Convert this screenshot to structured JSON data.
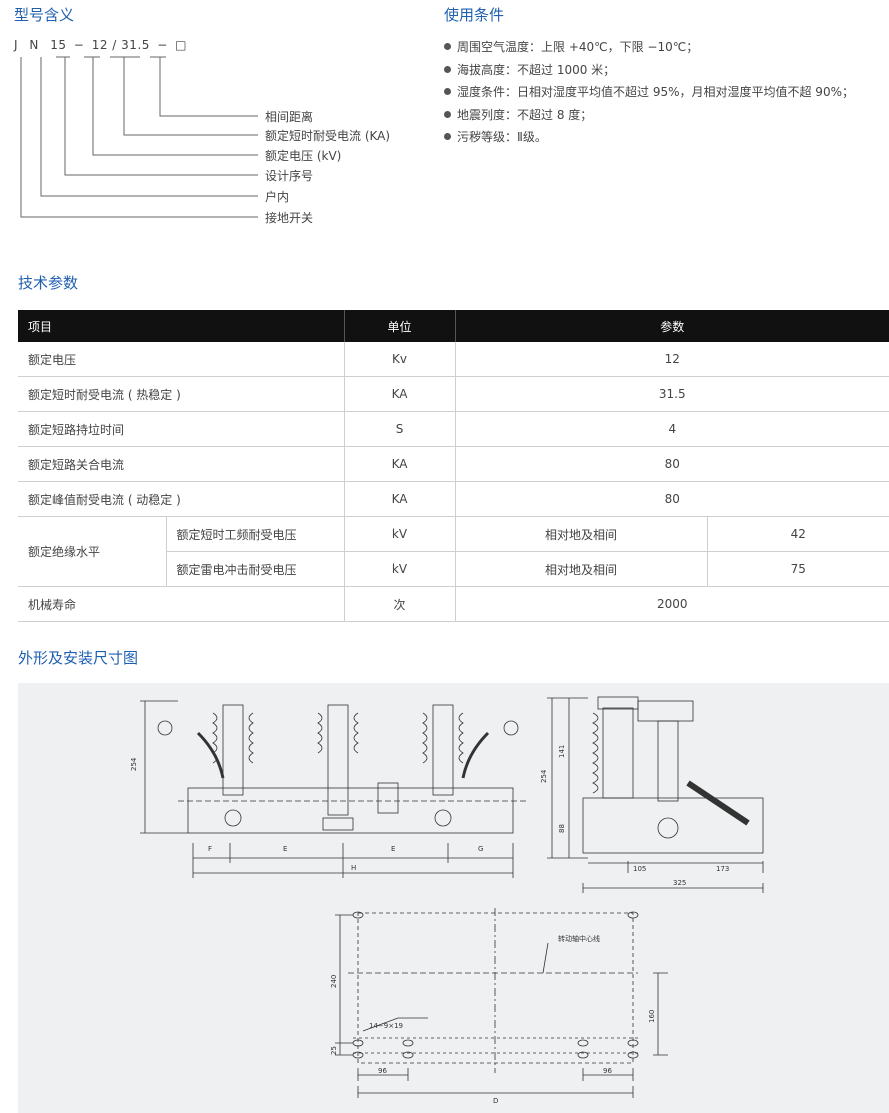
{
  "model": {
    "title": "型号含义",
    "code": [
      "J",
      "N",
      "15",
      "−",
      "12",
      "/",
      "31.5",
      "−",
      "□"
    ],
    "labels": [
      "相间距离",
      "额定短时耐受电流 (KA)",
      "额定电压 (kV)",
      "设计序号",
      "户内",
      "接地开关"
    ]
  },
  "conditions": {
    "title": "使用条件",
    "items": [
      "周围空气温度：上限 +40℃，下限 −10℃；",
      "海拔高度：不超过 1000 米；",
      "湿度条件：日相对湿度平均值不超过 95%，月相对湿度平均值不超 90%；",
      "地震列度：不超过 8 度；",
      "污秽等级：Ⅱ级。"
    ]
  },
  "params": {
    "title": "技术参数",
    "headers": [
      "项目",
      "单位",
      "参数"
    ],
    "rows": [
      {
        "item": "额定电压",
        "unit": "Kv",
        "value": "12"
      },
      {
        "item": "额定短时耐受电流 ( 热稳定 )",
        "unit": "KA",
        "value": "31.5"
      },
      {
        "item": "额定短路持垃时间",
        "unit": "S",
        "value": "4"
      },
      {
        "item": "额定短路关合电流",
        "unit": "KA",
        "value": "80"
      },
      {
        "item": "额定峰值耐受电流 ( 动稳定 )",
        "unit": "KA",
        "value": "80"
      }
    ],
    "insulation": {
      "item": "额定绝缘水平",
      "sub": [
        {
          "name": "额定短时工频耐受电压",
          "unit": "kV",
          "cond": "相对地及相间",
          "value": "42"
        },
        {
          "name": "额定雷电冲击耐受电压",
          "unit": "kV",
          "cond": "相对地及相间",
          "value": "75"
        }
      ]
    },
    "life": {
      "item": "机械寿命",
      "unit": "次",
      "value": "2000"
    }
  },
  "drawing": {
    "title": "外形及安装尺寸图",
    "front": {
      "height": "254",
      "F": "F",
      "E1": "E",
      "E2": "E",
      "G": "G",
      "H": "H"
    },
    "side": {
      "height": "254",
      "upper": "141",
      "lower": "88",
      "d1": "105",
      "d2": "173",
      "total": "325"
    },
    "plan": {
      "label_shaft": "转动轴中心线",
      "holes": "14−9×19",
      "h240": "240",
      "h160": "160",
      "h25": "25",
      "w96a": "96",
      "w96b": "96",
      "D": "D"
    }
  }
}
